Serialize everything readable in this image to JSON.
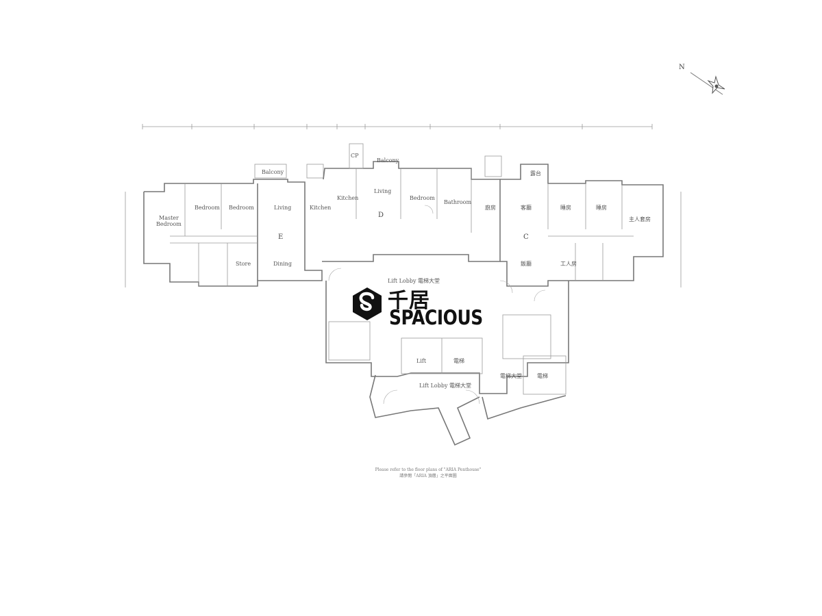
{
  "compass": {
    "label": "N",
    "icon": "compass-rose-icon"
  },
  "units": {
    "E": "E",
    "D": "D",
    "C": "C"
  },
  "rooms_e": {
    "master_bedroom_1": "Master",
    "master_bedroom_2": "Bedroom",
    "bedroom_1": "Bedroom",
    "bedroom_2": "Bedroom",
    "living": "Living",
    "kitchen": "Kitchen",
    "balcony": "Balcony",
    "store": "Store",
    "dining": "Dining"
  },
  "rooms_d": {
    "kitchen": "Kitchen",
    "living": "Living",
    "bedroom": "Bedroom",
    "bathroom": "Bathroom",
    "balcony": "Balcony",
    "cp": "CP"
  },
  "rooms_c": {
    "kitchen": "廚房",
    "living": "客廳",
    "bedroom_1": "睡房",
    "bedroom_2": "睡房",
    "master": "主人套房",
    "dining": "飯廳",
    "store": "工人房",
    "balcony": "露台"
  },
  "common": {
    "lift_lobby_top": "Lift Lobby 電梯大堂",
    "lift_label": "Lift",
    "lift_cn": "電梯",
    "lift_lobby_bottom": "Lift Lobby 電梯大堂",
    "lift_lobby_right": "電梯大堂",
    "lift_right": "電梯"
  },
  "watermark": {
    "cn": "千居",
    "en": "SPACIOUS"
  },
  "caption": {
    "line1": "Please refer to the floor plans of \"ARIA Penthouse\"",
    "line2": "請參閱「ARIA 頂層」之平面圖"
  }
}
